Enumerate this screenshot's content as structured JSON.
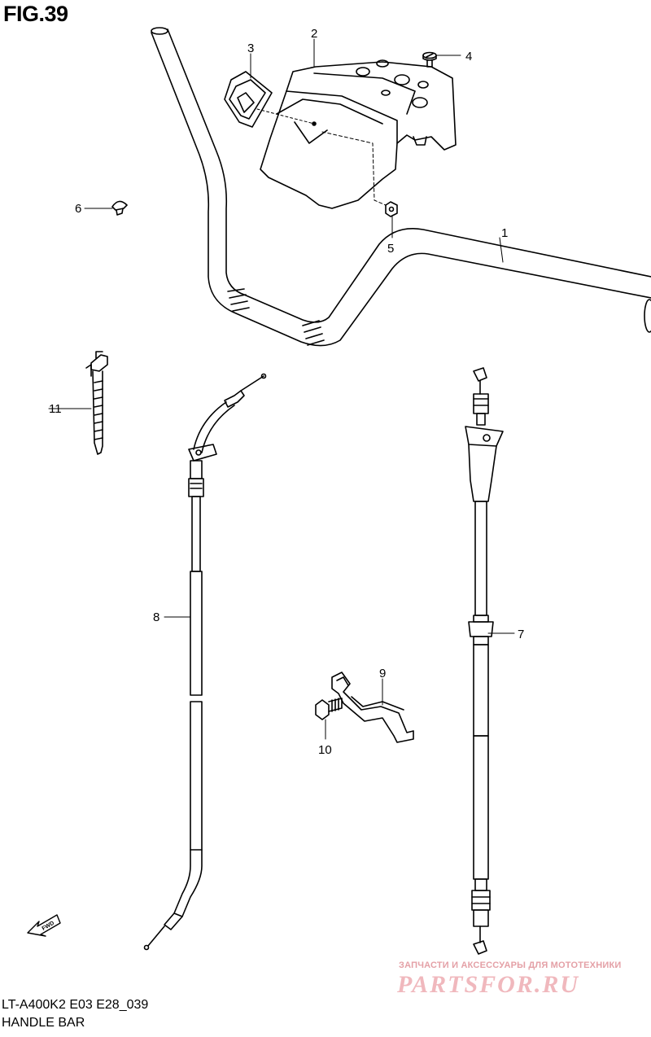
{
  "figure": {
    "title": "FIG.39",
    "model_code": "LT-A400K2 E03 E28_039",
    "caption": "HANDLE BAR"
  },
  "callouts": [
    "1",
    "2",
    "3",
    "4",
    "5",
    "6",
    "7",
    "8",
    "9",
    "10",
    "11"
  ],
  "fwd_label": "FWD",
  "watermark": {
    "tagline": "ЗАПЧАСТИ И АКСЕССУАРЫ ДЛЯ МОТОТЕХНИКИ",
    "logo_text": "PARTSFOR.RU"
  },
  "colors": {
    "line": "#000000",
    "watermark": "#e8959c"
  }
}
